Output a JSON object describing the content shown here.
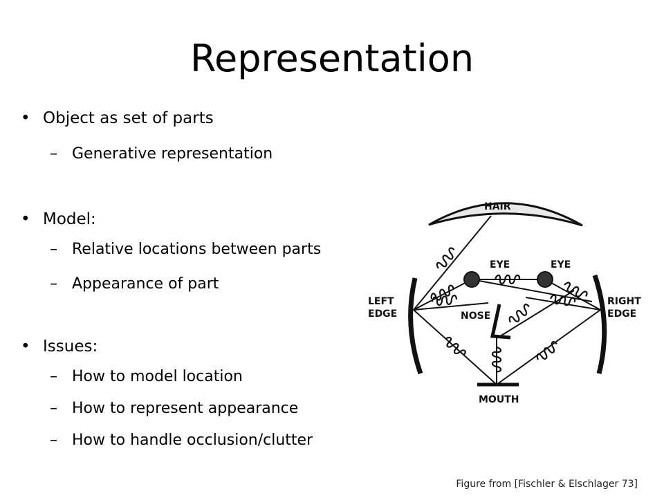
{
  "slide": {
    "title": "Representation",
    "bullets": [
      {
        "marker": "•",
        "text": "Object as set of parts"
      },
      {
        "marker": "–",
        "text": "Generative representation"
      },
      {
        "marker": "•",
        "text": "Model:"
      },
      {
        "marker": "–",
        "text": "Relative locations between parts"
      },
      {
        "marker": "–",
        "text": "Appearance of part"
      },
      {
        "marker": "•",
        "text": "Issues:"
      },
      {
        "marker": "–",
        "text": "How to model location"
      },
      {
        "marker": "–",
        "text": "How to represent appearance"
      },
      {
        "marker": "–",
        "text": "How to handle occlusion/clutter"
      }
    ],
    "caption": "Figure from [Fischler & Elschlager 73]"
  },
  "figure": {
    "labels": {
      "hair": "HAIR",
      "eye_left": "EYE",
      "eye_right": "EYE",
      "left_edge_1": "LEFT",
      "left_edge_2": "EDGE",
      "right_edge_1": "RIGHT",
      "right_edge_2": "EDGE",
      "nose": "NOSE",
      "mouth": "MOUTH"
    }
  }
}
